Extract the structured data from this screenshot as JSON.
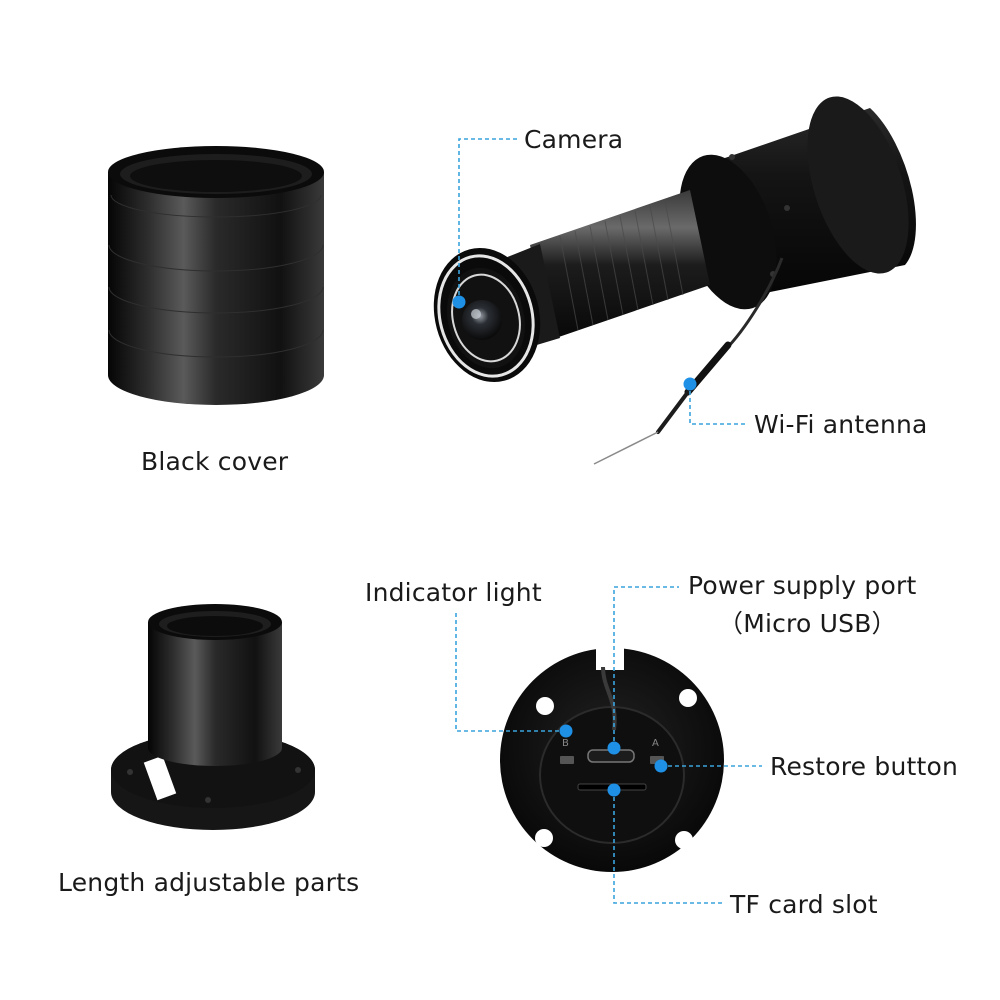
{
  "labels": {
    "camera": "Camera",
    "wifi_antenna": "Wi-Fi antenna",
    "black_cover": "Black cover",
    "indicator_light": "Indicator light",
    "power_port_line1": "Power supply port",
    "power_port_line2": "（Micro USB）",
    "restore_button": "Restore button",
    "length_parts": "Length adjustable parts",
    "tf_card_slot": "TF card slot"
  },
  "colors": {
    "callout_line": "#3aa4de",
    "callout_dot": "#1e90e6",
    "product_dark": "#111111",
    "text": "#1a1a1a"
  },
  "icons": [
    "lens-icon",
    "micro-usb-port-icon",
    "tf-slot-icon",
    "led-icon"
  ]
}
